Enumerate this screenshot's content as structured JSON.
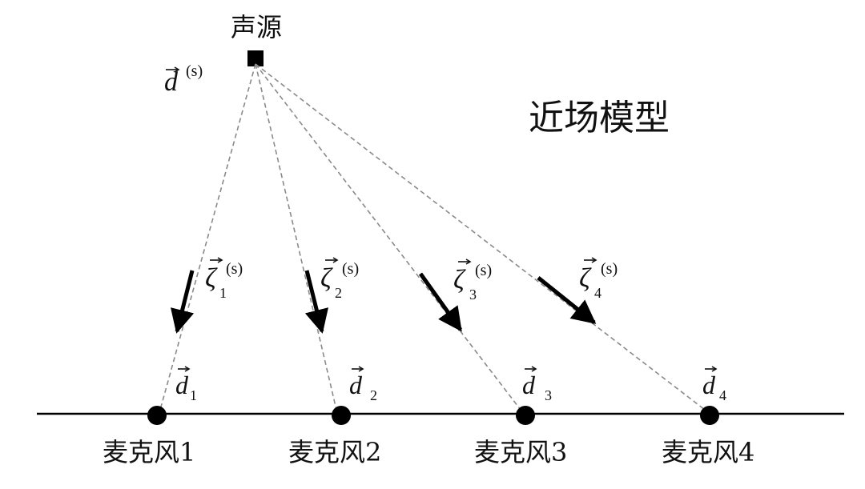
{
  "title": "近场模型",
  "source": {
    "label": "声源",
    "position_vector": {
      "symbol": "d",
      "superscript": "(s)"
    }
  },
  "microphones": [
    {
      "label": "麦克风1",
      "vector": {
        "symbol": "d",
        "subscript": "1"
      },
      "direction": {
        "symbol": "ζ",
        "subscript": "1",
        "superscript": "(s)"
      }
    },
    {
      "label": "麦克风2",
      "vector": {
        "symbol": "d",
        "subscript": "2"
      },
      "direction": {
        "symbol": "ζ",
        "subscript": "2",
        "superscript": "(s)"
      }
    },
    {
      "label": "麦克风3",
      "vector": {
        "symbol": "d",
        "subscript": "3"
      },
      "direction": {
        "symbol": "ζ",
        "subscript": "3",
        "superscript": "(s)"
      }
    },
    {
      "label": "麦克风4",
      "vector": {
        "symbol": "d",
        "subscript": "4"
      },
      "direction": {
        "symbol": "ζ",
        "subscript": "4",
        "superscript": "(s)"
      }
    }
  ],
  "colors": {
    "lines": "#000000",
    "dashed": "#8a8a8a",
    "text": "#111111"
  }
}
